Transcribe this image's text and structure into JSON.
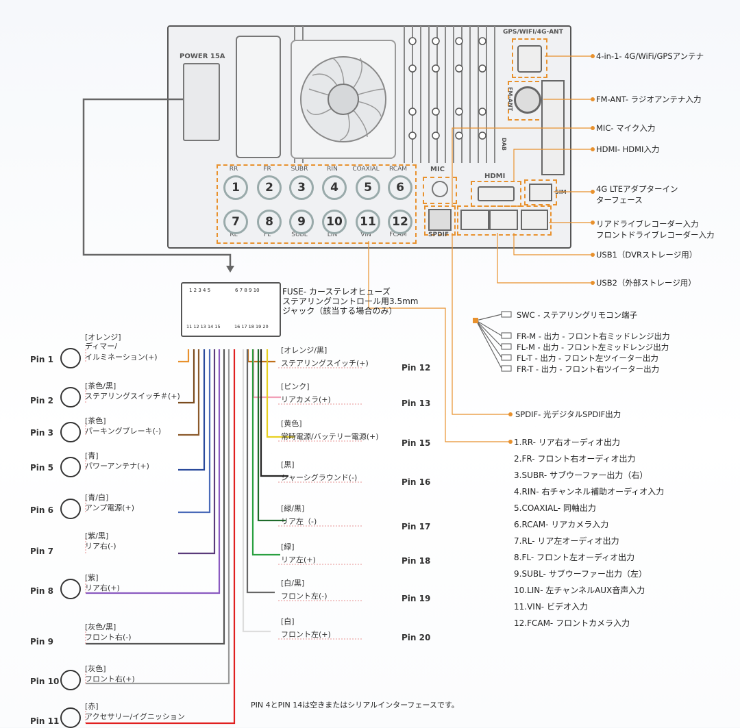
{
  "unit": {
    "power_label": "POWER 15A",
    "gps_label": "GPS/WIFI/4G-ANT",
    "fm_label": "FM-ANT",
    "dab_label": "DAB",
    "mic_label": "MIC",
    "hdmi_label": "HDMI",
    "spdif_label": "SPDIF",
    "sim_label": "SIM",
    "knobs": [
      {
        "num": "1",
        "top": "RR",
        "bottom": ""
      },
      {
        "num": "2",
        "top": "FR",
        "bottom": ""
      },
      {
        "num": "3",
        "top": "SUBR",
        "bottom": ""
      },
      {
        "num": "4",
        "top": "RIN",
        "bottom": ""
      },
      {
        "num": "5",
        "top": "COAXIAL",
        "bottom": ""
      },
      {
        "num": "6",
        "top": "RCAM",
        "bottom": ""
      },
      {
        "num": "7",
        "top": "",
        "bottom": "RL"
      },
      {
        "num": "8",
        "top": "",
        "bottom": "FL"
      },
      {
        "num": "9",
        "top": "",
        "bottom": "SUBL"
      },
      {
        "num": "10",
        "top": "",
        "bottom": "LIN"
      },
      {
        "num": "11",
        "top": "",
        "bottom": "VIN"
      },
      {
        "num": "12",
        "top": "",
        "bottom": "FCAM"
      }
    ]
  },
  "callouts": {
    "gps": "4-in-1- 4G/WiFi/GPSアンテナ",
    "fm": "FM-ANT- ラジオアンテナ入力",
    "mic": "MIC- マイク入力",
    "hdmi": "HDMI- HDMI入力",
    "lte1": "4G LTEアダプターイン",
    "lte2": "ターフェース",
    "dvr1": "リアドライブレコーダー入力",
    "dvr2": "フロントドライブレコーダー入力",
    "usb1": "USB1（DVRストレージ用）",
    "usb2": "USB2（外部ストレージ用）",
    "spdif": "SPDIF- 光デジタルSPDIF出力",
    "swc": "SWC - ステアリングリモコン端子",
    "frm": "FR-M - 出力 - フロント右ミッドレンジ出力",
    "flm": "FL-M - 出力 - フロント左ミッドレンジ出力",
    "flt": "FL-T - 出力 - フロント左ツイーター出力",
    "frt": "FR-T - 出力 - フロント右ツイーター出力"
  },
  "fuse": {
    "line1": "FUSE- カーステレオヒューズ",
    "line2": "ステアリングコントロール用3.5mm",
    "line3": "ジャック（該当する場合のみ）",
    "top_nums_left": "1 2 3 4 5",
    "top_nums_right": "6 7 8 9 10",
    "bottom_nums_left": "11 12 13 14 15",
    "bottom_nums_right": "16 17 18 19 20"
  },
  "rca_list": [
    "1.RR- リア右オーディオ出力",
    "2.FR- フロント右オーディオ出力",
    "3.SUBR- サブウーファー出力（右）",
    "4.RIN- 右チャンネル補助オーディオ入力",
    "5.COAXIAL- 同軸出力",
    "6.RCAM- リアカメラ入力",
    "7.RL- リア左オーディオ出力",
    "8.FL- フロント左オーディオ出力",
    "9.SUBL- サブウーファー出力（左）",
    "10.LIN- 左チャンネルAUX音声入力",
    "11.VIN- ビデオ入力",
    "12.FCAM- フロントカメラ入力"
  ],
  "left_pins": [
    {
      "pin": "Pin 1",
      "color_label": "[オレンジ]",
      "label": "ディマー/",
      "label2": "イルミネーション(+)",
      "icon": "headlight-icon",
      "wire": "#e8912d"
    },
    {
      "pin": "Pin 2",
      "color_label": "[茶色/黒]",
      "label": "ステアリングスイッチ＃(+)",
      "icon": "steering-wheel-icon",
      "wire": "#7a4b1e"
    },
    {
      "pin": "Pin 3",
      "color_label": "[茶色]",
      "label": "パーキングブレーキ(-)",
      "icon": "parking-icon",
      "wire": "#8b5a2b"
    },
    {
      "pin": "Pin 5",
      "color_label": "[青]",
      "label": "パワーアンテナ(+)",
      "icon": "antenna-icon",
      "wire": "#2a4a9c"
    },
    {
      "pin": "Pin 6",
      "color_label": "[青/白]",
      "label": "アンプ電源(+)",
      "icon": "amplifier-icon",
      "wire": "#4a6ab8"
    },
    {
      "pin": "Pin 7",
      "color_label": "[紫/黒]",
      "label": "リア右(-)",
      "icon": "",
      "wire": "#5a3a7a"
    },
    {
      "pin": "Pin 8",
      "color_label": "[紫]",
      "label": "リア右(+)",
      "icon": "speaker-icon",
      "wire": "#8a5ac0"
    },
    {
      "pin": "Pin 9",
      "color_label": "[灰色/黒]",
      "label": "フロント右(-)",
      "icon": "",
      "wire": "#555555"
    },
    {
      "pin": "Pin 10",
      "color_label": "[灰色]",
      "label": "フロント右(+)",
      "icon": "speaker-icon",
      "wire": "#999999"
    },
    {
      "pin": "Pin 11",
      "color_label": "[赤]",
      "label": "アクセサリー/イグニッション",
      "icon": "ignition-icon",
      "wire": "#e02020"
    }
  ],
  "right_pins": [
    {
      "pin": "Pin 12",
      "color_label": "[オレンジ/黒]",
      "label": "ステアリングスイッチ(+)",
      "wire": "#c0701a"
    },
    {
      "pin": "Pin 13",
      "color_label": "[ピンク]",
      "label": "リアカメラ(+)",
      "wire": "#f2a0b8"
    },
    {
      "pin": "Pin 15",
      "color_label": "[黄色]",
      "label": "常時電源/バッテリー電源(+)",
      "wire": "#e8d020"
    },
    {
      "pin": "Pin 16",
      "color_label": "[黒]",
      "label": "シャーシグラウンド(-)",
      "wire": "#222222"
    },
    {
      "pin": "Pin 17",
      "color_label": "[緑/黒]",
      "label": "リア左（-)",
      "wire": "#1f6b2a"
    },
    {
      "pin": "Pin 18",
      "color_label": "[緑]",
      "label": "リア左(+)",
      "wire": "#2aa040"
    },
    {
      "pin": "Pin 19",
      "color_label": "[白/黒]",
      "label": "フロント左(-)",
      "wire": "#666666"
    },
    {
      "pin": "Pin 20",
      "color_label": "[白]",
      "label": "フロント左(+)",
      "wire": "#dddddd"
    }
  ],
  "footnote": "PIN 4とPIN 14は空きまたはシリアルインターフェースです。",
  "colors": {
    "accent": "#e8912d"
  }
}
